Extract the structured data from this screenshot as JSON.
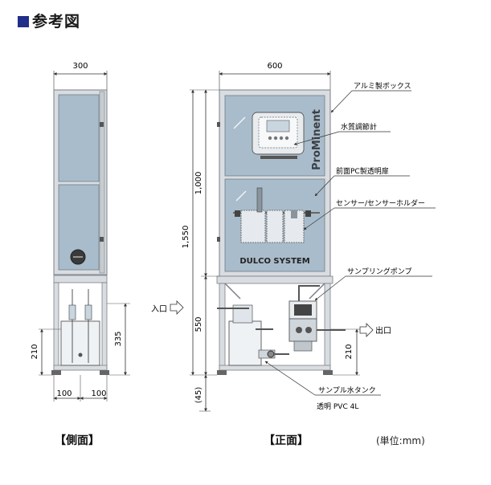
{
  "header": {
    "title": "参考図"
  },
  "views": {
    "side_label": "【側面】",
    "front_label": "【正面】"
  },
  "unit_note": "(単位:mm)",
  "dimensions": {
    "side_width": "300",
    "side_bottom_left": "100",
    "side_bottom_right": "100",
    "side_tank_height": "210",
    "side_tank_total": "335",
    "front_width": "600",
    "front_total_height": "1,550",
    "front_box_height": "1,000",
    "front_frame_height": "550",
    "front_foot": "(45)",
    "front_tank_height": "210"
  },
  "annotations": {
    "aluminum_box": "アルミ製ボックス",
    "water_quality_meter": "水質調節計",
    "front_door": "前面PC製透明扉",
    "sensor_holder": "センサー/センサーホルダー",
    "sampling_pump": "サンプリングポンプ",
    "inlet": "入口",
    "outlet": "出口",
    "tank_line1": "サンプル水タンク",
    "tank_line2": "透明 PVC 4L"
  },
  "product_labels": {
    "brand": "ProMinent",
    "system": "DULCO SYSTEM"
  },
  "colors": {
    "panel": "#a9bccb",
    "panel_light": "#c9d6df",
    "frame": "#d9dde1",
    "frame_edge": "#7a8088",
    "title_square": "#1f2f8a"
  }
}
